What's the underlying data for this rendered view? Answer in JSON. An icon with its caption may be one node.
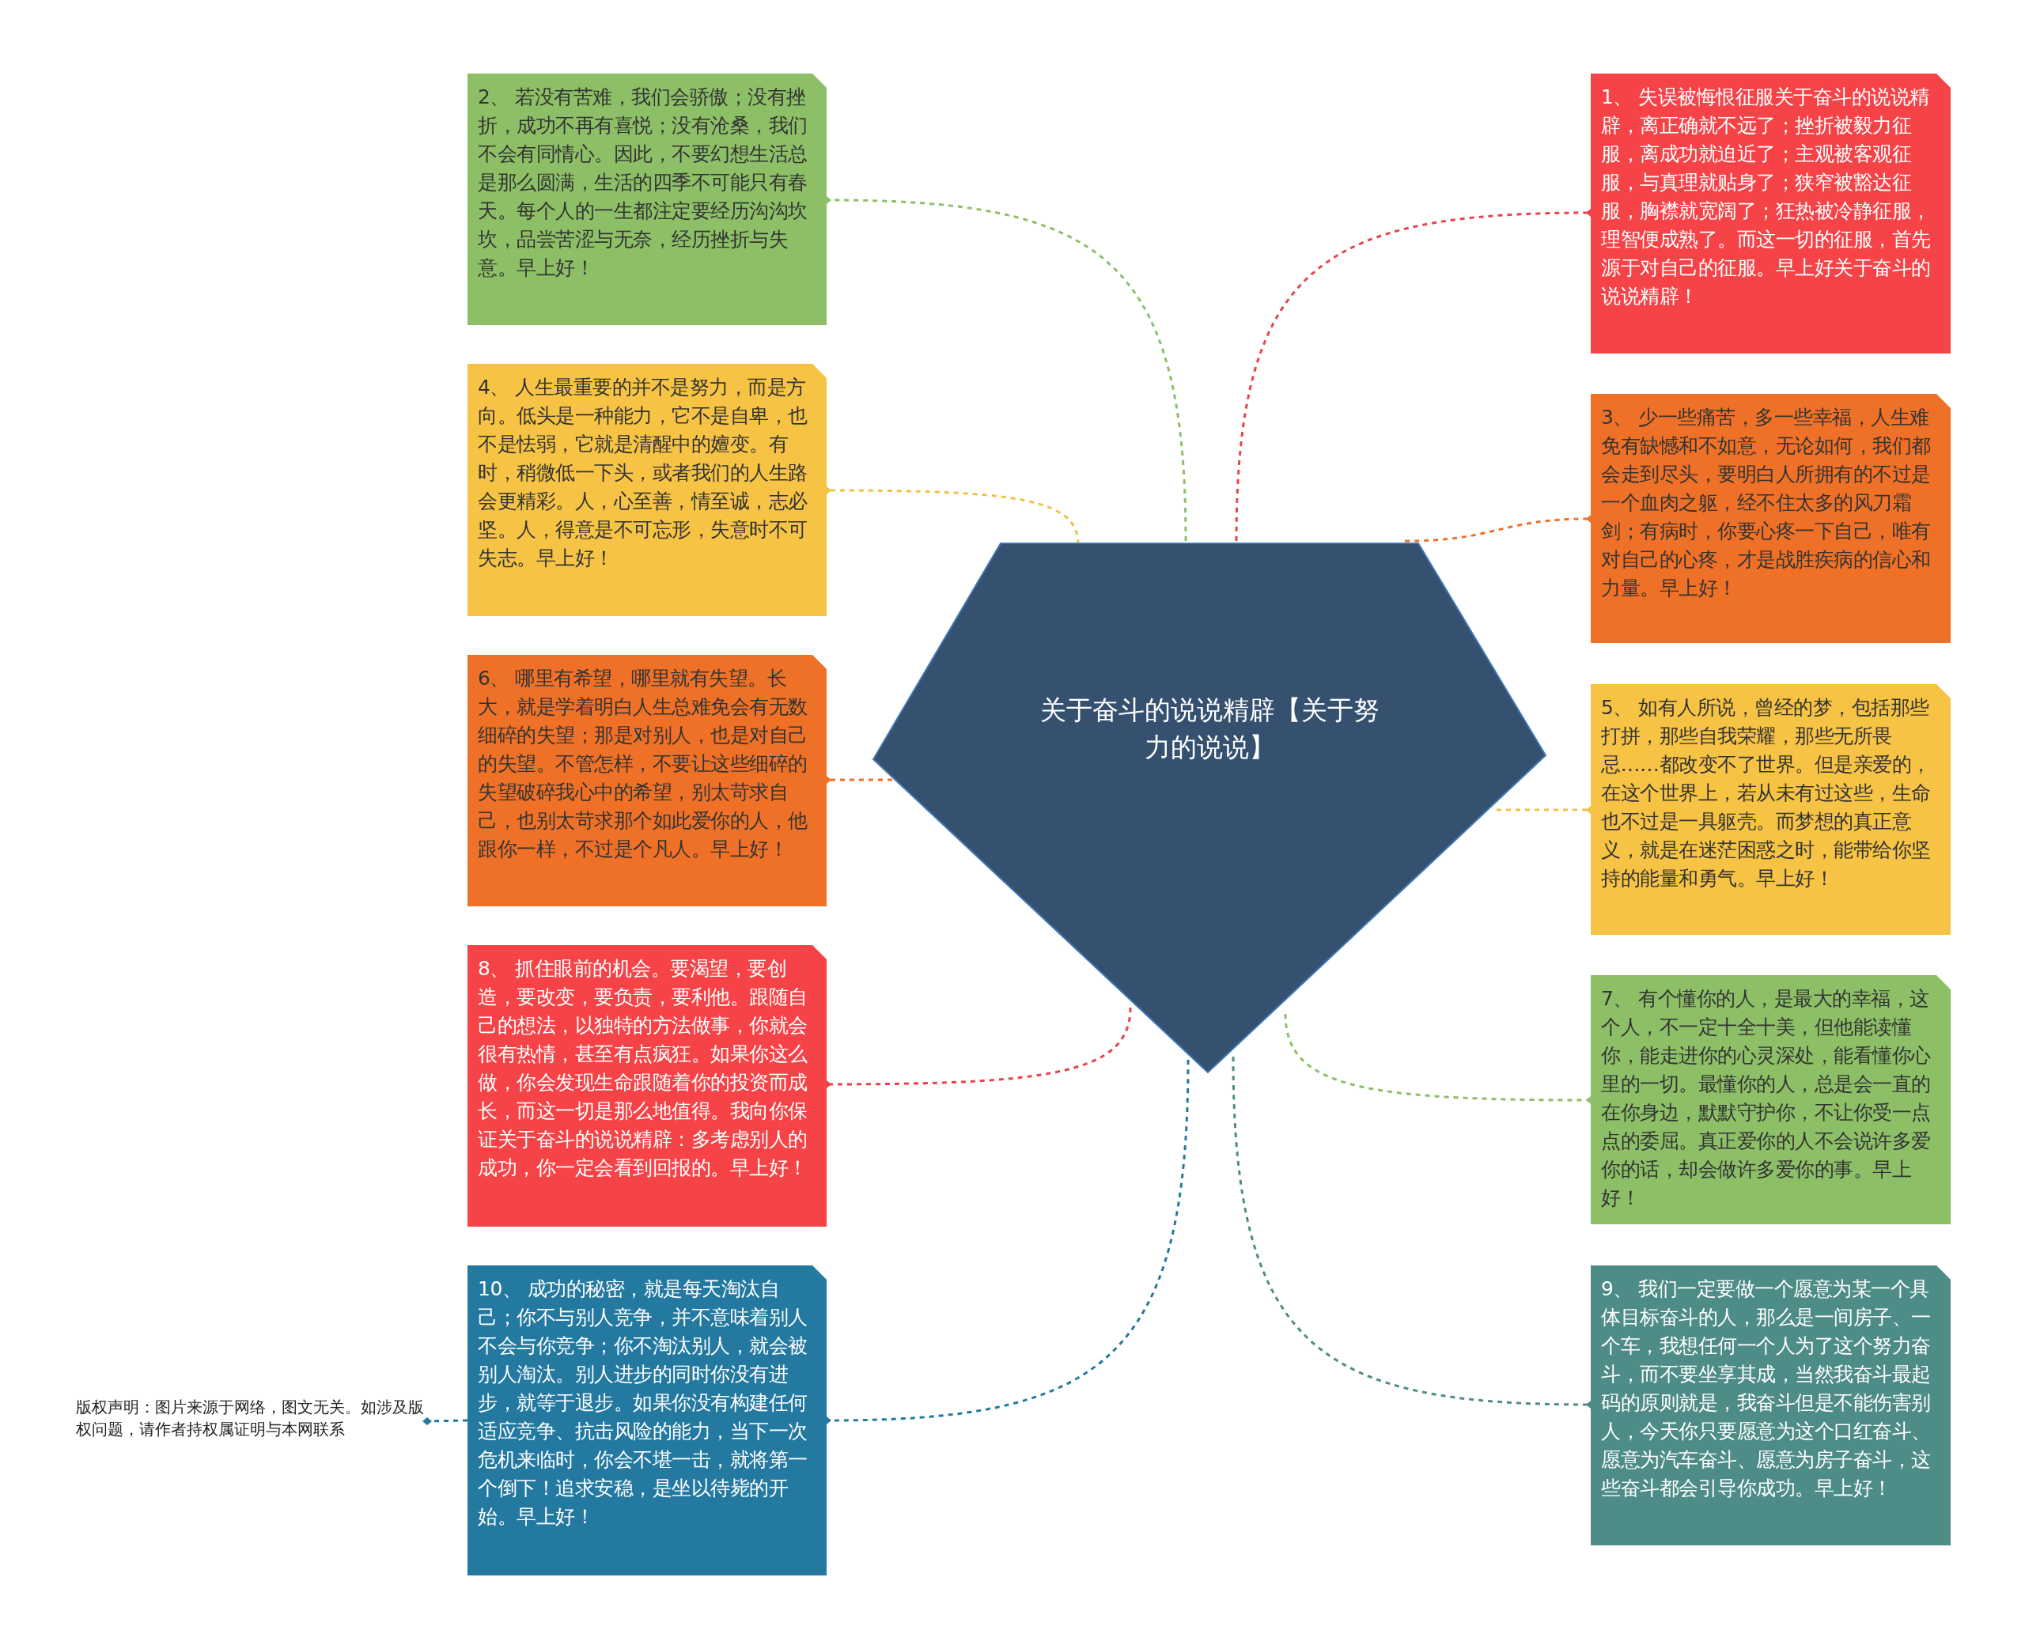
{
  "diagram": {
    "nodes": [
      {
        "text": [
          "关于奋斗的说说精辟【关于努力的说说】"
        ]
      },
      {
        "text": [
          "1、 失误被悔恨征服关于奋斗的说说精辟，离正确就不远了；挫折被毅力征服，离成功就迫近了；主观被客观征服，与真理就贴身了；狭窄被豁达征服，胸襟就宽阔了；狂热被冷静征服，理智便成熟了。而这一切的征服，首先源于对自己的征服。早上好关于奋斗的说说精辟！"
        ]
      },
      {
        "text": [
          "2、 若没有苦难，我们会骄傲；没有挫折，成功不再有喜悦；没有沧桑，我们不会有同情心。因此，不要幻想生活总是那么圆满，生活的四季不可能只有春天。每个人的一生都注定要经历沟沟坎坎，品尝苦涩与无奈，经历挫折与失意。早上好！"
        ]
      },
      {
        "text": [
          "3、 少一些痛苦，多一些幸福，人生难免有缺憾和不如意，无论如何，我们都会走到尽头，要明白人所拥有的不过是一个血肉之躯，经不住太多的风刀霜剑；有病时，你要心疼一下自己，唯有对自己的心疼，才是战胜疾病的信心和力量。早上好！"
        ]
      },
      {
        "text": [
          "4、 人生最重要的并不是努力，而是方向。低头是一种能力，它不是自卑，也不是怯弱，它就是清醒中的嬗变。有时，稍微低一下头，或者我们的人生路会更精彩。人，心至善，情至诚，志必坚。人，得意是不可忘形，失意时不可失志。早上好！"
        ]
      },
      {
        "text": [
          "5、 如有人所说，曾经的梦，包括那些打拼，那些自我荣耀，那些无所畏忌……都改变不了世界。但是亲爱的，在这个世界上，若从未有过这些，生命也不过是一具躯壳。而梦想的真正意义，就是在迷茫困惑之时，能带给你坚持的能量和勇气。早上好！"
        ]
      },
      {
        "text": [
          "6、 哪里有希望，哪里就有失望。长大，就是学着明白人生总难免会有无数细碎的失望；那是对别人，也是对自己的失望。不管怎样，不要让这些细碎的失望破碎我心中的希望，别太苛求自己，也别太苛求那个如此爱你的人，他跟你一样，不过是个凡人。早上好！"
        ]
      },
      {
        "text": [
          "7、 有个懂你的人，是最大的幸福，这个人，不一定十全十美，但他能读懂你，能走进你的心灵深处，能看懂你心里的一切。最懂你的人，总是会一直的在你身边，默默守护你，不让你受一点点的委屈。真正爱你的人不会说许多爱你的话，却会做许多爱你的事。早上好！"
        ]
      },
      {
        "text": [
          "8、 抓住眼前的机会。要渴望，要创造，要改变，要负责，要利他。跟随自己的想法，以独特的方法做事，你就会很有热情，甚至有点疯狂。如果你这么做，你会发现生命跟随着你的投资而成长，而这一切是那么地值得。我向你保证关于奋斗的说说精辟：多考虑别人的成功，你一定会看到回报的。早上好！"
        ]
      },
      {
        "text": [
          "9、 我们一定要做一个愿意为某一个具体目标奋斗的人，那么是一间房子、一个车，我想任何一个人为了这个努力奋斗，而不要坐享其成，当然我奋斗最起码的原则就是，我奋斗但是不能伤害别人，今天你只要愿意为这个口红奋斗、愿意为汽车奋斗、愿意为房子奋斗，这些奋斗都会引导你成功。早上好！"
        ]
      },
      {
        "text": [
          "10、 成功的秘密，就是每天淘汰自己；你不与别人竞争，并不意味着别人不会与你竞争；你不淘汰别人，就会被别人淘汰。别人进步的同时你没有进步，就等于退步。如果你没有构建任何适应竞争、抗击风险的能力，当下一次危机来临时，你会不堪一击，就将第一个倒下！追求安稳，是坐以待毙的开始。早上好！"
        ]
      },
      {
        "text": [
          "版权声明：图片来源于网络，图文无关。如涉及版权问题，请作者持权属证明与本网联系"
        ]
      }
    ],
    "edges": [
      {
        "from": 0,
        "to": 1,
        "arrow": "other",
        "style": "dashed",
        "color": "#e8434a"
      },
      {
        "from": 0,
        "to": 2,
        "arrow": "other",
        "style": "dashed",
        "color": "#8dbf67"
      },
      {
        "from": 0,
        "to": 3,
        "arrow": "other",
        "style": "dashed",
        "color": "#ef7128"
      },
      {
        "from": 0,
        "to": 4,
        "arrow": "other",
        "style": "dashed",
        "color": "#f0c244"
      },
      {
        "from": 0,
        "to": 5,
        "arrow": "other",
        "style": "dashed",
        "color": "#f0c244"
      },
      {
        "from": 0,
        "to": 6,
        "arrow": "other",
        "style": "dashed",
        "color": "#ef7128"
      },
      {
        "from": 0,
        "to": 7,
        "arrow": "other",
        "style": "dashed",
        "color": "#8dbf67"
      },
      {
        "from": 0,
        "to": 8,
        "arrow": "other",
        "style": "dashed",
        "color": "#e8434a"
      },
      {
        "from": 0,
        "to": 9,
        "arrow": "other",
        "style": "dashed",
        "color": "#4e8c87"
      },
      {
        "from": 0,
        "to": 10,
        "arrow": "other",
        "style": "dashed",
        "color": "#2479a0"
      },
      {
        "from": 10,
        "to": 11,
        "arrow": "other",
        "style": "dashed",
        "color": "#2479a0"
      }
    ]
  }
}
